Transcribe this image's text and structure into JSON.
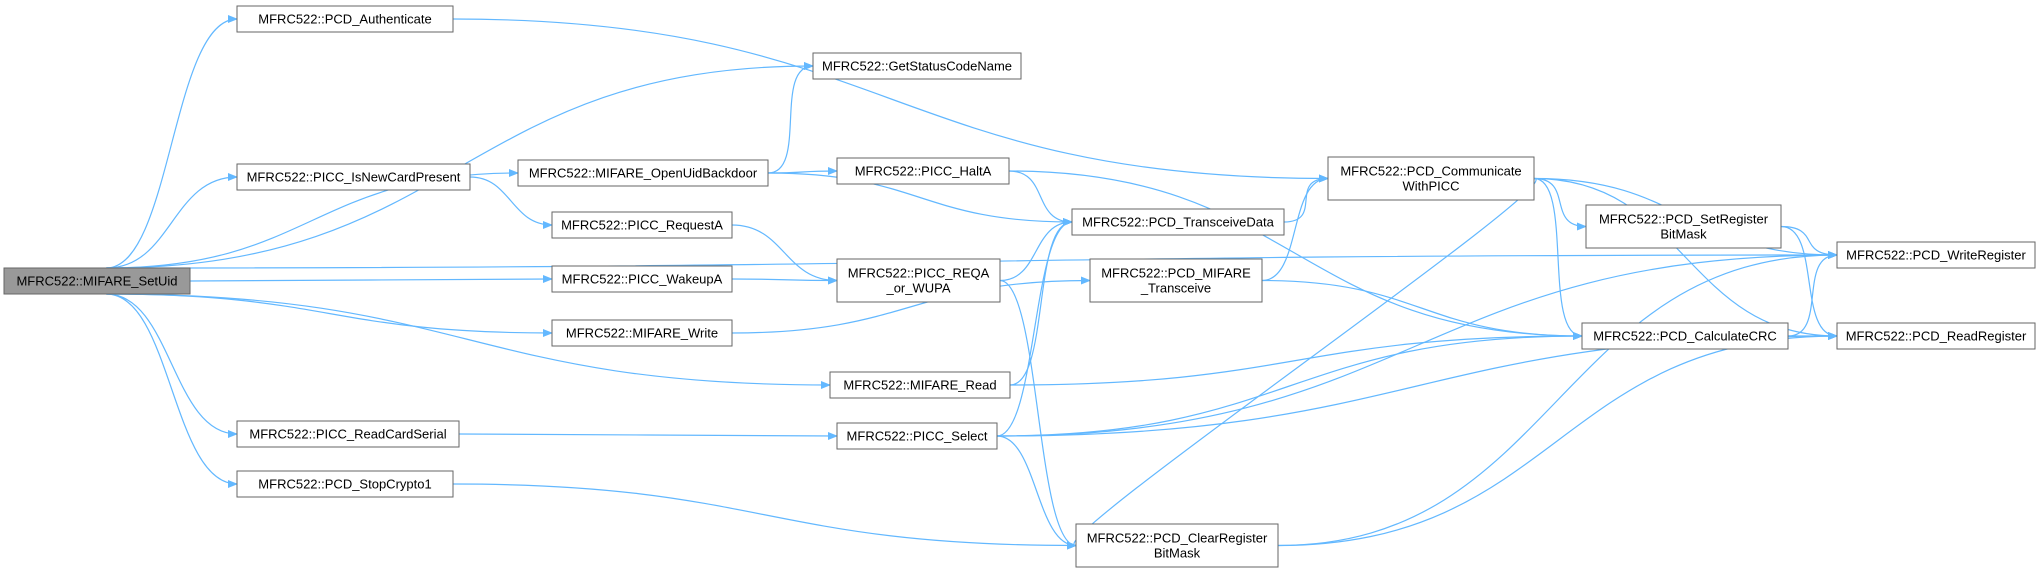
{
  "colors": {
    "edge": "#63b8ff",
    "node_border": "#666666",
    "root_fill": "#999999",
    "node_fill": "#ffffff"
  },
  "nodes": [
    {
      "id": "setuid",
      "lines": [
        "MFRC522::MIFARE_SetUid"
      ],
      "root": true
    },
    {
      "id": "auth",
      "lines": [
        "MFRC522::PCD_Authenticate"
      ]
    },
    {
      "id": "newcard",
      "lines": [
        "MFRC522::PICC_IsNewCardPresent"
      ]
    },
    {
      "id": "readserial",
      "lines": [
        "MFRC522::PICC_ReadCardSerial"
      ]
    },
    {
      "id": "stopcrypto",
      "lines": [
        "MFRC522::PCD_StopCrypto1"
      ]
    },
    {
      "id": "statusname",
      "lines": [
        "MFRC522::GetStatusCodeName"
      ]
    },
    {
      "id": "backdoor",
      "lines": [
        "MFRC522::MIFARE_OpenUidBackdoor"
      ]
    },
    {
      "id": "requesta",
      "lines": [
        "MFRC522::PICC_RequestA"
      ]
    },
    {
      "id": "wakeupa",
      "lines": [
        "MFRC522::PICC_WakeupA"
      ]
    },
    {
      "id": "write",
      "lines": [
        "MFRC522::MIFARE_Write"
      ]
    },
    {
      "id": "halta",
      "lines": [
        "MFRC522::PICC_HaltA"
      ]
    },
    {
      "id": "reqa",
      "lines": [
        "MFRC522::PICC_REQA",
        "_or_WUPA"
      ]
    },
    {
      "id": "read",
      "lines": [
        "MFRC522::MIFARE_Read"
      ]
    },
    {
      "id": "select",
      "lines": [
        "MFRC522::PICC_Select"
      ]
    },
    {
      "id": "transceive",
      "lines": [
        "MFRC522::PCD_TransceiveData"
      ]
    },
    {
      "id": "mtransceive",
      "lines": [
        "MFRC522::PCD_MIFARE",
        "_Transceive"
      ]
    },
    {
      "id": "clearmask",
      "lines": [
        "MFRC522::PCD_ClearRegister",
        "BitMask"
      ]
    },
    {
      "id": "communicate",
      "lines": [
        "MFRC522::PCD_Communicate",
        "WithPICC"
      ]
    },
    {
      "id": "setmask",
      "lines": [
        "MFRC522::PCD_SetRegister",
        "BitMask"
      ]
    },
    {
      "id": "crc",
      "lines": [
        "MFRC522::PCD_CalculateCRC"
      ]
    },
    {
      "id": "writereg",
      "lines": [
        "MFRC522::PCD_WriteRegister"
      ]
    },
    {
      "id": "readreg",
      "lines": [
        "MFRC522::PCD_ReadRegister"
      ]
    }
  ],
  "edges": [
    [
      "setuid",
      "auth"
    ],
    [
      "setuid",
      "statusname"
    ],
    [
      "setuid",
      "newcard"
    ],
    [
      "setuid",
      "backdoor"
    ],
    [
      "setuid",
      "wakeupa"
    ],
    [
      "setuid",
      "write"
    ],
    [
      "setuid",
      "read"
    ],
    [
      "setuid",
      "readserial"
    ],
    [
      "setuid",
      "stopcrypto"
    ],
    [
      "setuid",
      "writereg"
    ],
    [
      "auth",
      "communicate"
    ],
    [
      "newcard",
      "requesta"
    ],
    [
      "backdoor",
      "statusname"
    ],
    [
      "backdoor",
      "halta"
    ],
    [
      "backdoor",
      "transceive"
    ],
    [
      "requesta",
      "reqa"
    ],
    [
      "wakeupa",
      "reqa"
    ],
    [
      "write",
      "mtransceive"
    ],
    [
      "read",
      "transceive"
    ],
    [
      "read",
      "crc"
    ],
    [
      "readserial",
      "select"
    ],
    [
      "stopcrypto",
      "clearmask"
    ],
    [
      "halta",
      "transceive"
    ],
    [
      "halta",
      "crc"
    ],
    [
      "reqa",
      "transceive"
    ],
    [
      "reqa",
      "clearmask"
    ],
    [
      "select",
      "transceive"
    ],
    [
      "select",
      "crc"
    ],
    [
      "select",
      "clearmask"
    ],
    [
      "select",
      "writereg"
    ],
    [
      "select",
      "readreg"
    ],
    [
      "transceive",
      "communicate"
    ],
    [
      "mtransceive",
      "communicate"
    ],
    [
      "mtransceive",
      "crc"
    ],
    [
      "clearmask",
      "writereg"
    ],
    [
      "clearmask",
      "readreg"
    ],
    [
      "communicate",
      "writereg"
    ],
    [
      "communicate",
      "setmask"
    ],
    [
      "communicate",
      "crc"
    ],
    [
      "communicate",
      "readreg"
    ],
    [
      "communicate",
      "clearmask"
    ],
    [
      "setmask",
      "writereg"
    ],
    [
      "setmask",
      "readreg"
    ],
    [
      "crc",
      "writereg"
    ],
    [
      "crc",
      "readreg"
    ]
  ]
}
